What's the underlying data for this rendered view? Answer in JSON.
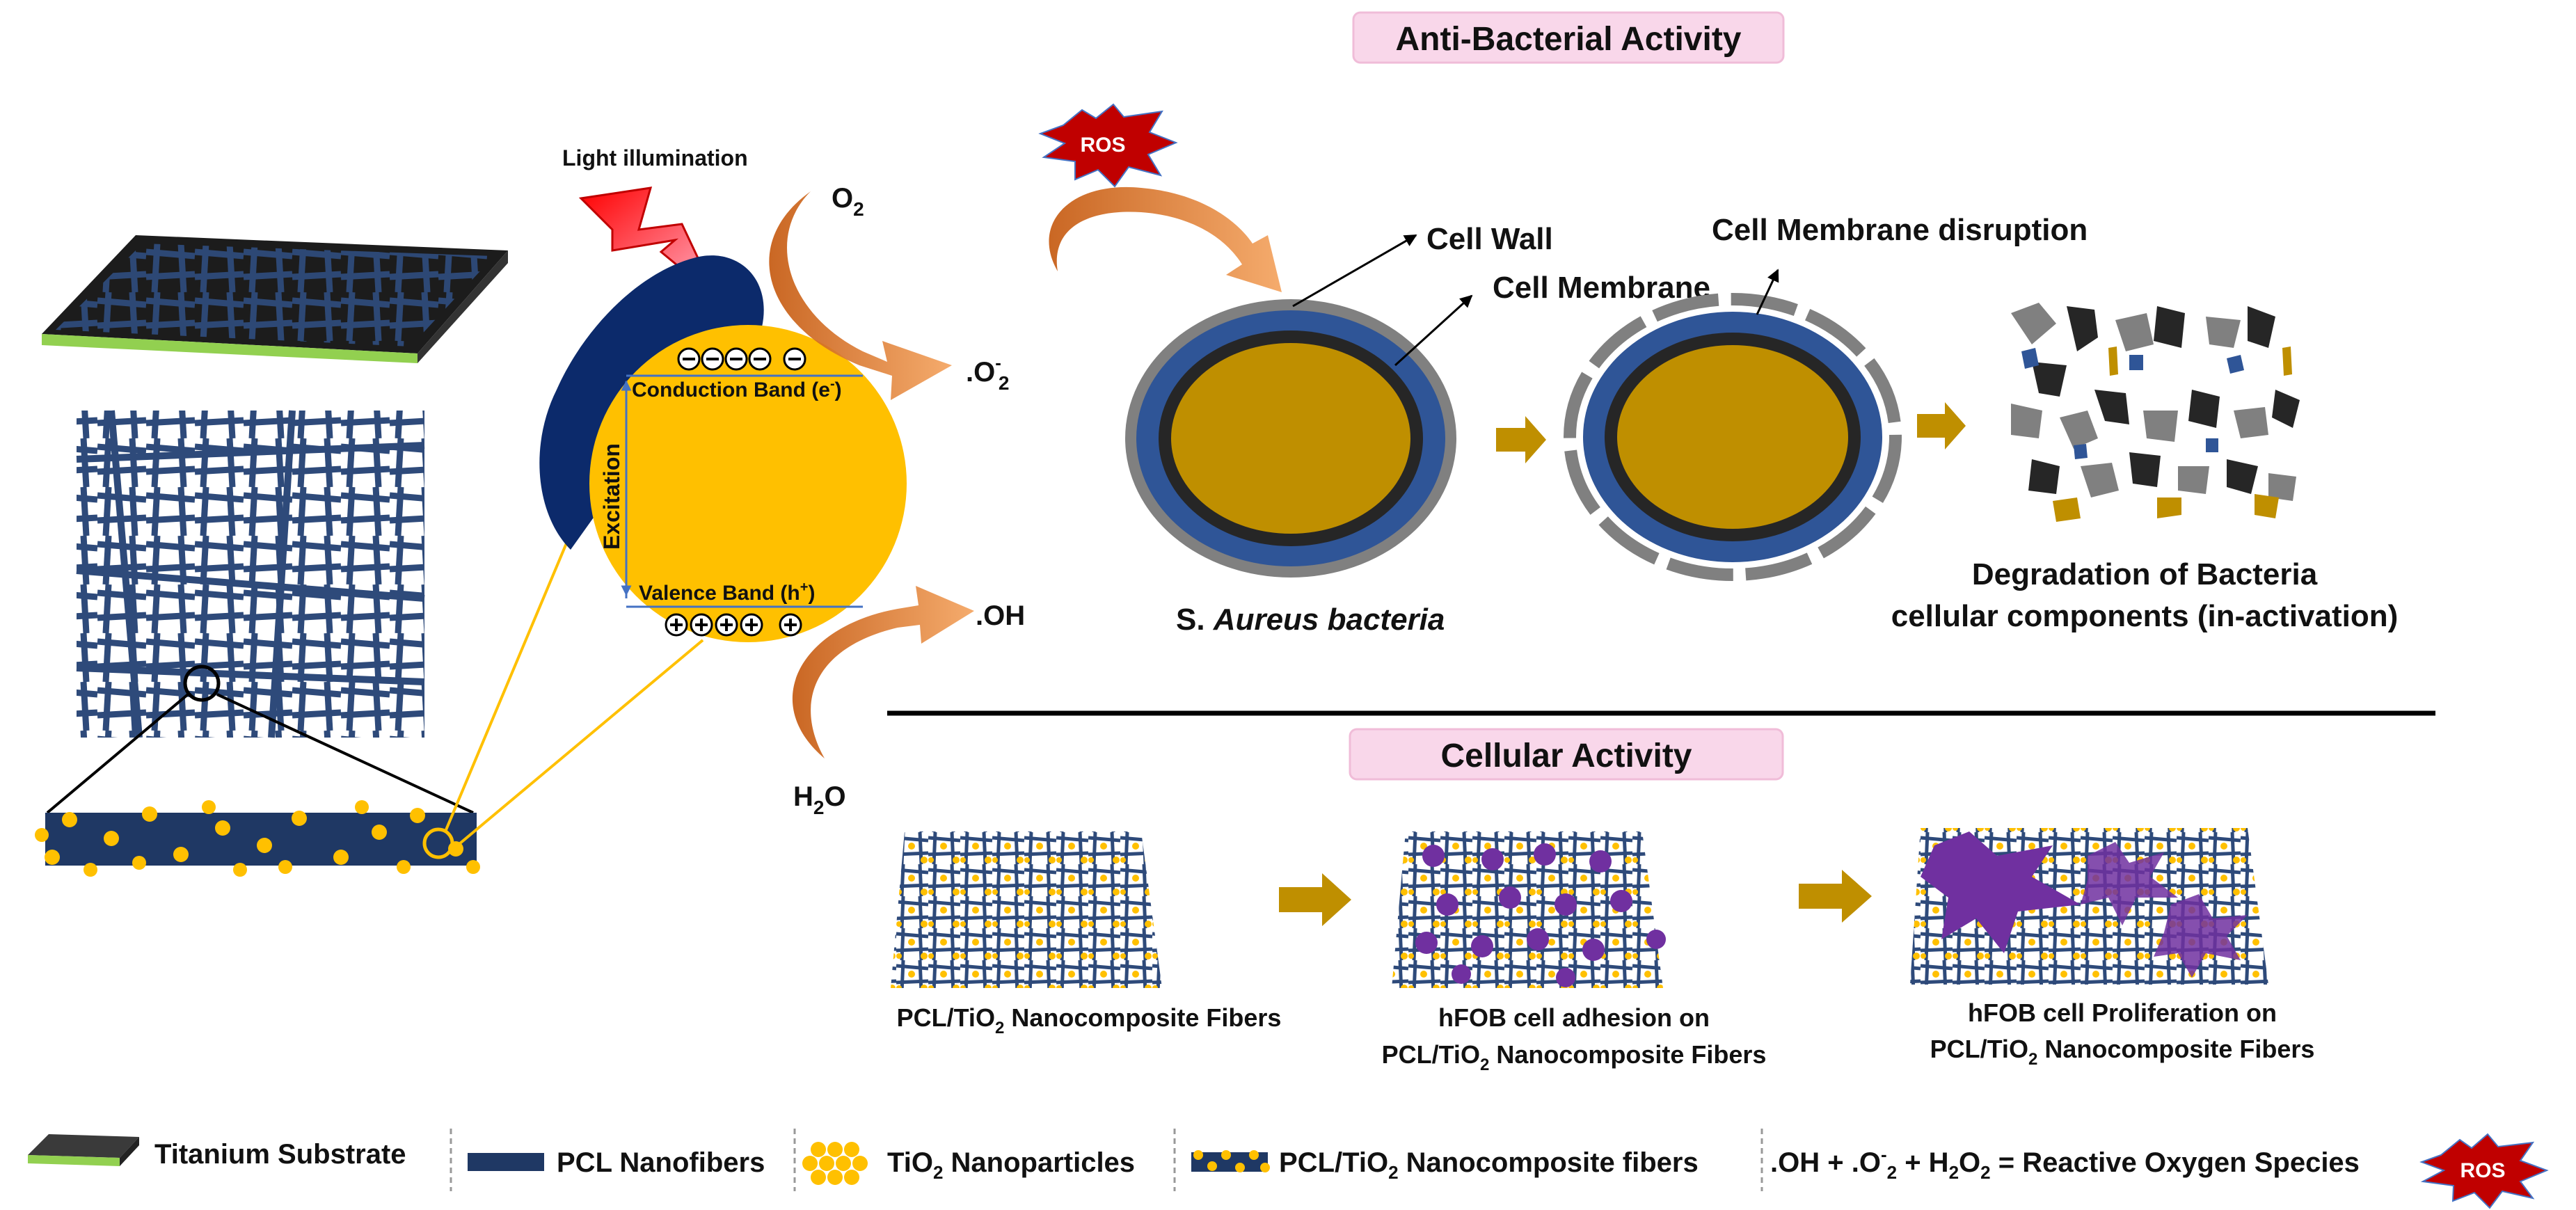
{
  "sections": {
    "antibacterial_title": "Anti-Bacterial Activity",
    "cellular_title": "Cellular Activity"
  },
  "photocatalysis": {
    "light_label": "Light illumination",
    "o2_label": "O",
    "o2_sub": "2",
    "superoxide_label": ".O",
    "superoxide_sup": "-",
    "superoxide_sub": "2",
    "hydroxyl_label": ".OH",
    "h2o_label": "H",
    "h2o_sub": "2",
    "h2o_end": "O",
    "conduction_band": "Conduction Band (e",
    "conduction_band_sup": "-",
    "conduction_band_end": ")",
    "valence_band": "Valence Band (h",
    "valence_band_sup": "+",
    "valence_band_end": ")",
    "excitation": "Excitation"
  },
  "ros_label": "ROS",
  "bacteria": {
    "cell_wall": "Cell Wall",
    "cell_membrane": "Cell Membrane",
    "membrane_disruption": "Cell Membrane disruption",
    "species_prefix": "S. ",
    "species_italic": "Aureus bacteria",
    "degradation_line1": "Degradation of Bacteria",
    "degradation_line2": "cellular components (in-activation)"
  },
  "cellular": {
    "stage1": {
      "p1": "PCL/TiO",
      "sub": "2",
      "p2": " Nanocomposite Fibers"
    },
    "stage2_line1": "hFOB cell adhesion on",
    "stage2_line2": {
      "p1": "PCL/TiO",
      "sub": "2",
      "p2": " Nanocomposite Fibers"
    },
    "stage3_line1": "hFOB cell Proliferation on",
    "stage3_line2": {
      "p1": "PCL/TiO",
      "sub": "2",
      "p2": " Nanocomposite Fibers"
    }
  },
  "legend": {
    "titanium": "Titanium Substrate",
    "pcl": "PCL Nanofibers",
    "tio2_p1": "TiO",
    "tio2_sub": "2",
    "tio2_p2": " Nanoparticles",
    "composite_p1": "PCL/TiO",
    "composite_sub": "2",
    "composite_p2": " Nanocomposite fibers",
    "ros_eq_1": ".OH + .O",
    "ros_eq_sup": "-",
    "ros_eq_sub1": "2",
    "ros_eq_2": " + H",
    "ros_eq_sub2": "2",
    "ros_eq_3": "O",
    "ros_eq_sub3": "2",
    "ros_eq_4": "  = Reactive Oxygen Species"
  },
  "colors": {
    "navy": "#1f3864",
    "fiber_blue": "#2e4a7a",
    "tio2_yellow": "#ffc000",
    "arrow_orange": "#e07a30",
    "ros_red": "#c00000",
    "box_pink": "#f9d7ea",
    "bacteria_core": "#bf8f00",
    "membrane_blue": "#2f5597",
    "wall_gray": "#808080",
    "cell_purple": "#7030a0",
    "substrate_green": "#92d050"
  }
}
